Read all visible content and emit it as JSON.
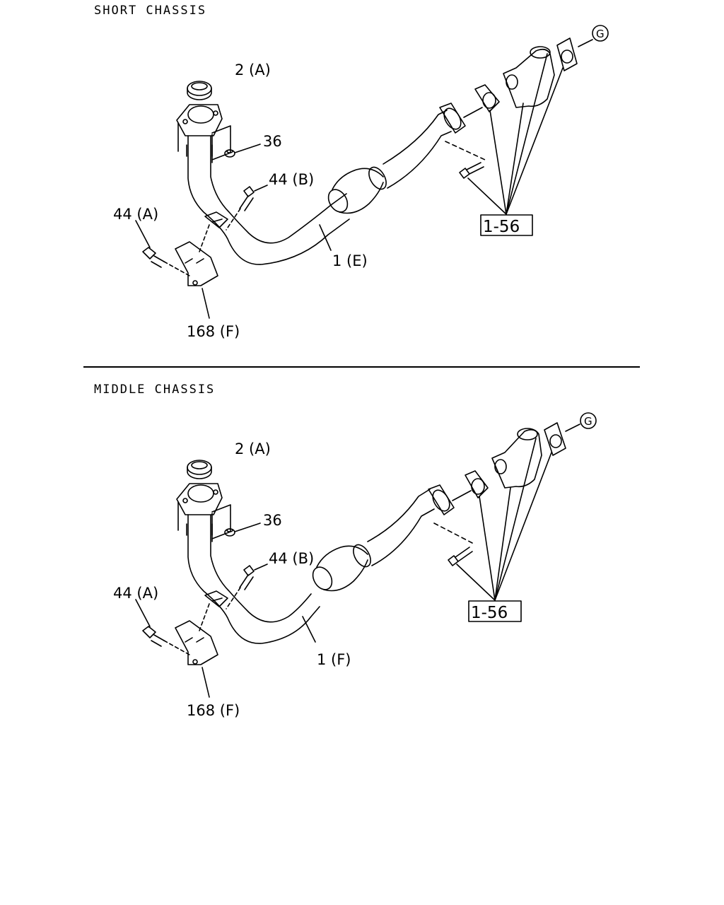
{
  "sections": [
    {
      "title": "SHORT CHASSIS",
      "callouts": {
        "gasket": "2 (A)",
        "nut": "36",
        "bolt_b": "44 (B)",
        "bolt_a": "44 (A)",
        "pipe": "1 (E)",
        "bracket": "168 (F)",
        "ref_box": "1-56",
        "ref_circle": "G"
      }
    },
    {
      "title": "MIDDLE CHASSIS",
      "callouts": {
        "gasket": "2 (A)",
        "nut": "36",
        "bolt_b": "44 (B)",
        "bolt_a": "44 (A)",
        "pipe": "1 (F)",
        "bracket": "168 (F)",
        "ref_box": "1-56",
        "ref_circle": "G"
      }
    }
  ]
}
